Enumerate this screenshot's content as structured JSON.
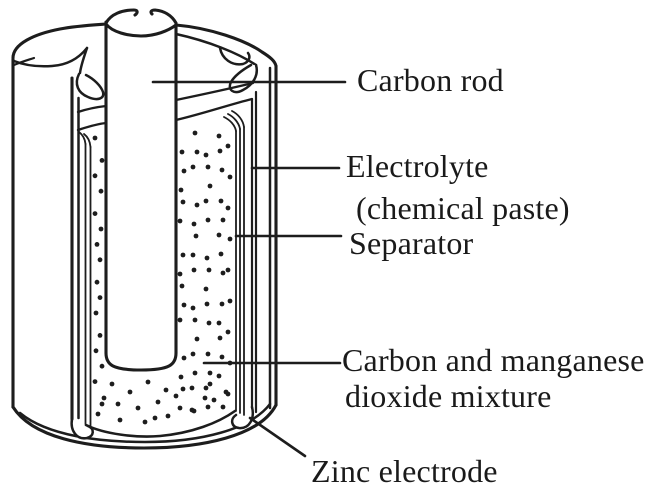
{
  "diagram": {
    "name": "dry-cell-battery-cutaway",
    "colors": {
      "line": "#1d1d1d",
      "background": "#ffffff",
      "text": "#1a1a1a"
    },
    "labels": {
      "carbon_rod": "Carbon rod",
      "electrolyte_line1": "Electrolyte",
      "electrolyte_line2": "(chemical paste)",
      "separator": "Separator",
      "mixture_line1": "Carbon and manganese",
      "mixture_line2": "dioxide mixture",
      "zinc": "Zinc electrode"
    }
  }
}
